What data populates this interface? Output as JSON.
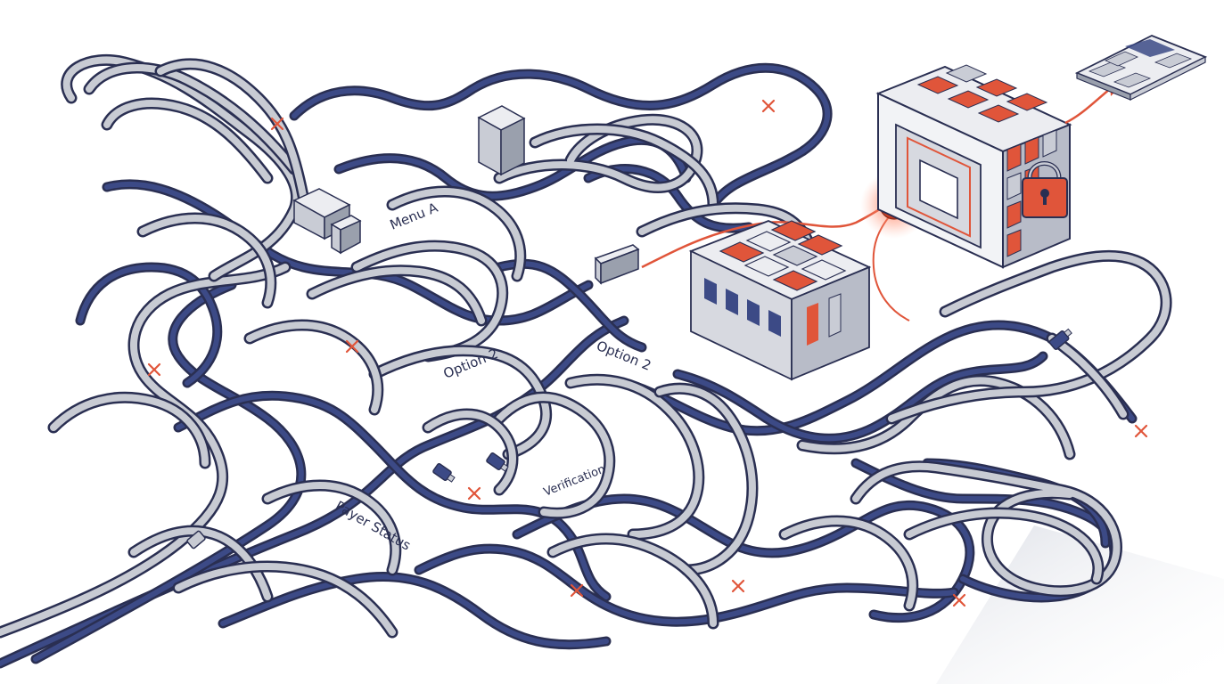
{
  "labels": {
    "menu_a": "Menu A",
    "option_2_left": "Option 2",
    "option_2_right": "Option 2",
    "verification": "Verification",
    "payer_status": "Payer Status"
  },
  "colors": {
    "navy": "#3c4a86",
    "gray": "#9aa0ad",
    "cable_fill": "#c8cbd3",
    "ink": "#2a2f52",
    "accent": "#e0553a",
    "block_light": "#ecedf1",
    "block_mid": "#c9ccd5",
    "block_dark": "#7a7f90",
    "shadow": "#e4e6ec"
  },
  "icons": [
    "dead-end-x-icon",
    "cable-connector-icon",
    "data-center-icon",
    "vault-safe-icon",
    "padlock-icon",
    "glowing-node-icon",
    "exit-arrow-icon",
    "dashboard-panel-icon"
  ]
}
